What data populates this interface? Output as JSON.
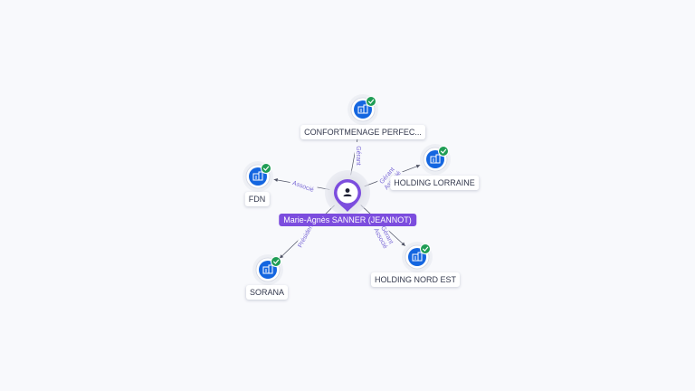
{
  "colors": {
    "person_accent": "#7c4dde",
    "company_blue": "#1466e0",
    "verified_green": "#1f9d55",
    "edge_line": "#4d5163",
    "edge_label": "#7c6bd6"
  },
  "center": {
    "name": "Marie-Agnès SANNER (JEANNOT)",
    "icon": "user-icon"
  },
  "companies": [
    {
      "id": "confortmenage",
      "label": "CONFORTMENAGE PERFEC...",
      "relation": "Gérant",
      "verified": true,
      "icon": "building-icon"
    },
    {
      "id": "holding-lorraine",
      "label": "HOLDING LORRAINE",
      "relation": "Gérant Associé",
      "verified": true,
      "icon": "building-icon"
    },
    {
      "id": "fdn",
      "label": "FDN",
      "relation": "Associé",
      "verified": true,
      "icon": "building-icon"
    },
    {
      "id": "sorana",
      "label": "SORANA",
      "relation": "Président",
      "verified": true,
      "icon": "building-icon"
    },
    {
      "id": "holding-nord-est",
      "label": "HOLDING NORD EST",
      "relation": "Gérant Associé",
      "verified": true,
      "icon": "building-icon"
    }
  ]
}
